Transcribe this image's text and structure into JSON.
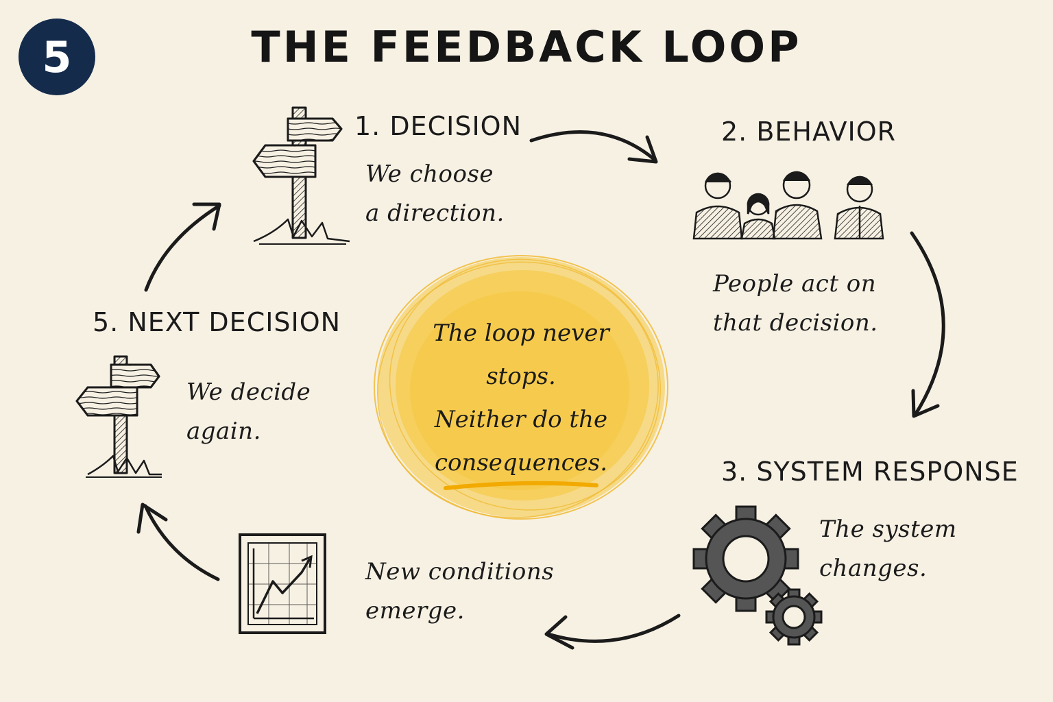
{
  "badge": {
    "number": "5"
  },
  "title": "THE FEEDBACK LOOP",
  "steps": [
    {
      "heading": "1. DECISION",
      "lines": [
        "We choose",
        "a direction."
      ],
      "icon": "signpost-icon"
    },
    {
      "heading": "2. BEHAVIOR",
      "lines": [
        "People act on",
        "that decision."
      ],
      "icon": "people-group-icon"
    },
    {
      "heading": "3. SYSTEM RESPONSE",
      "lines": [
        "The system",
        "changes."
      ],
      "icon": "gears-icon"
    },
    {
      "heading": "",
      "lines": [
        "New conditions",
        "emerge."
      ],
      "icon": "rising-chart-icon"
    },
    {
      "heading": "5. NEXT DECISION",
      "lines": [
        "We decide",
        "again."
      ],
      "icon": "signpost-icon"
    }
  ],
  "center": {
    "lines": [
      "The loop never",
      "stops.",
      "Neither do the",
      "consequences."
    ],
    "highlight_color": "#f6c63a"
  },
  "colors": {
    "background": "#f7f1e4",
    "badge": "#142b4c",
    "ink": "#1b1b1b",
    "highlight": "#f6c63a",
    "underline": "#f2a900"
  }
}
